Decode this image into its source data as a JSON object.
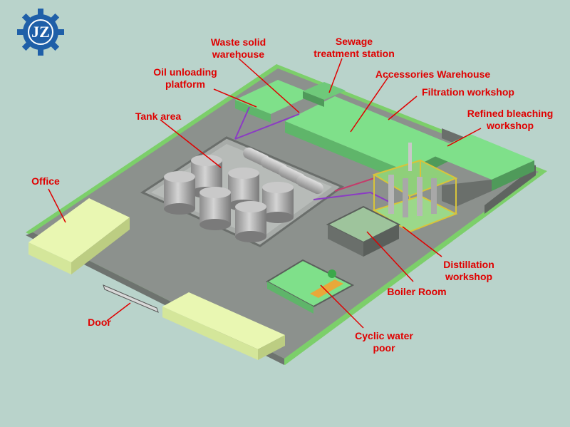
{
  "logo": {
    "text": "JZ",
    "color": "#1f5fa8"
  },
  "colors": {
    "label": "#e00000",
    "background": "#b9d3cb",
    "ground": "#8a8f8a",
    "building": "#7fe08a",
    "office": "#e4f5a8"
  },
  "labels": {
    "waste_solid": [
      "Waste solid",
      "warehouse"
    ],
    "sewage": [
      "Sewage",
      "treatment station"
    ],
    "oil_unloading": [
      "Oil unloading",
      "platform"
    ],
    "accessories": [
      "Accessories Warehouse"
    ],
    "filtration": [
      "Filtration workshop"
    ],
    "refined": [
      "Refined bleaching",
      "workshop"
    ],
    "tank_area": [
      "Tank area"
    ],
    "office": [
      "Office"
    ],
    "distillation": [
      "Distillation",
      "workshop"
    ],
    "boiler": [
      "Boiler Room"
    ],
    "door": [
      "Door"
    ],
    "cyclic": [
      "Cyclic water",
      "poor"
    ]
  }
}
